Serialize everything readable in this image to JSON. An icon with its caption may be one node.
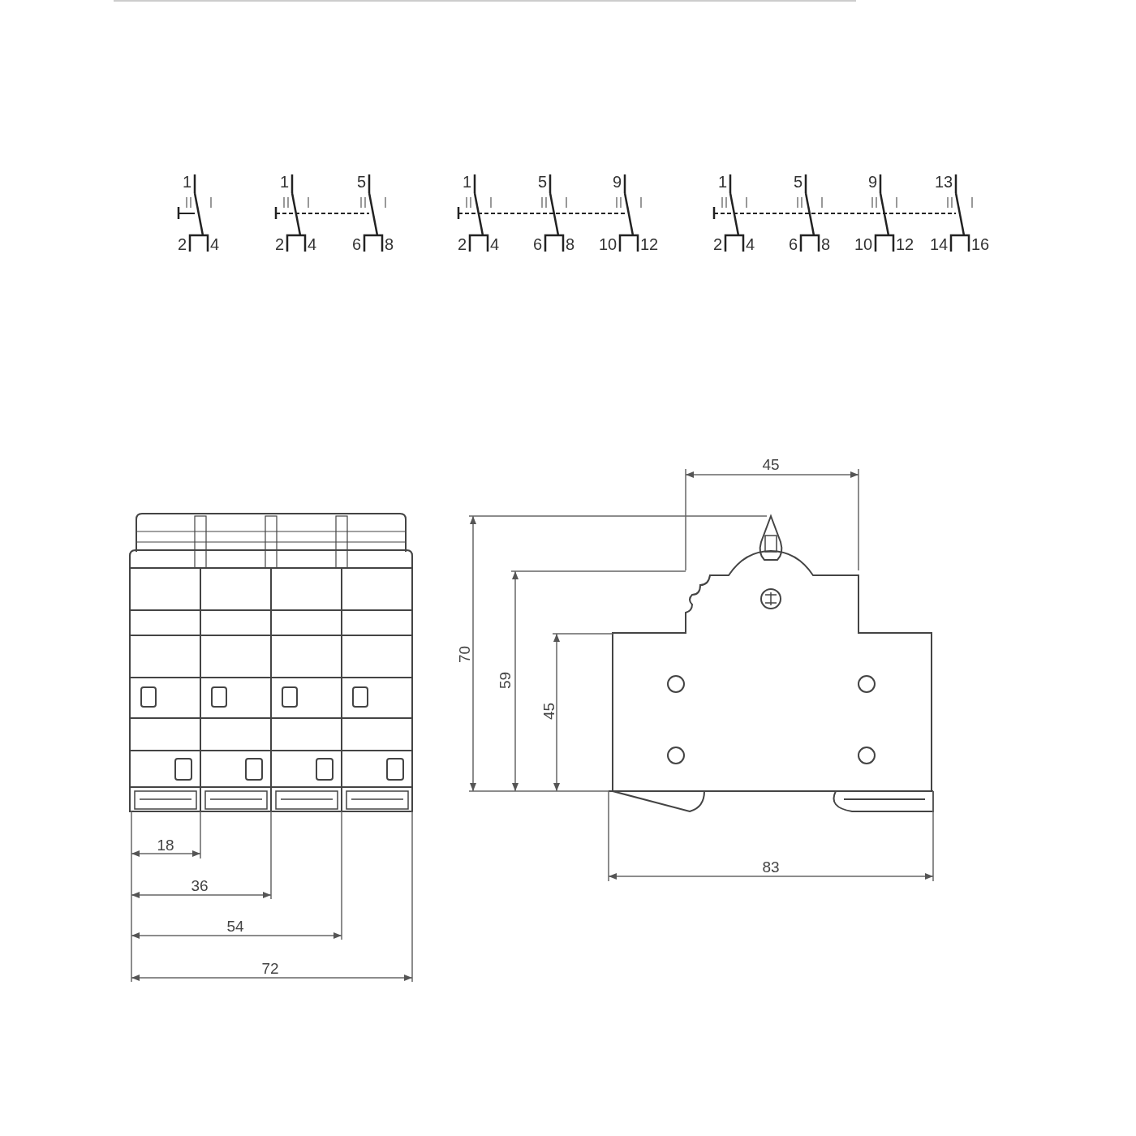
{
  "diagram": {
    "labels": [
      "1",
      "2",
      "4",
      "1",
      "5",
      "2",
      "4",
      "6",
      "8",
      "1",
      "5",
      "9",
      "2",
      "4",
      "6",
      "8",
      "10",
      "12",
      "1",
      "5",
      "9",
      "13",
      "2",
      "4",
      "6",
      "8",
      "10",
      "12",
      "14",
      "16",
      "45",
      "70",
      "59",
      "45",
      "83",
      "18",
      "36",
      "54",
      "72"
    ]
  }
}
